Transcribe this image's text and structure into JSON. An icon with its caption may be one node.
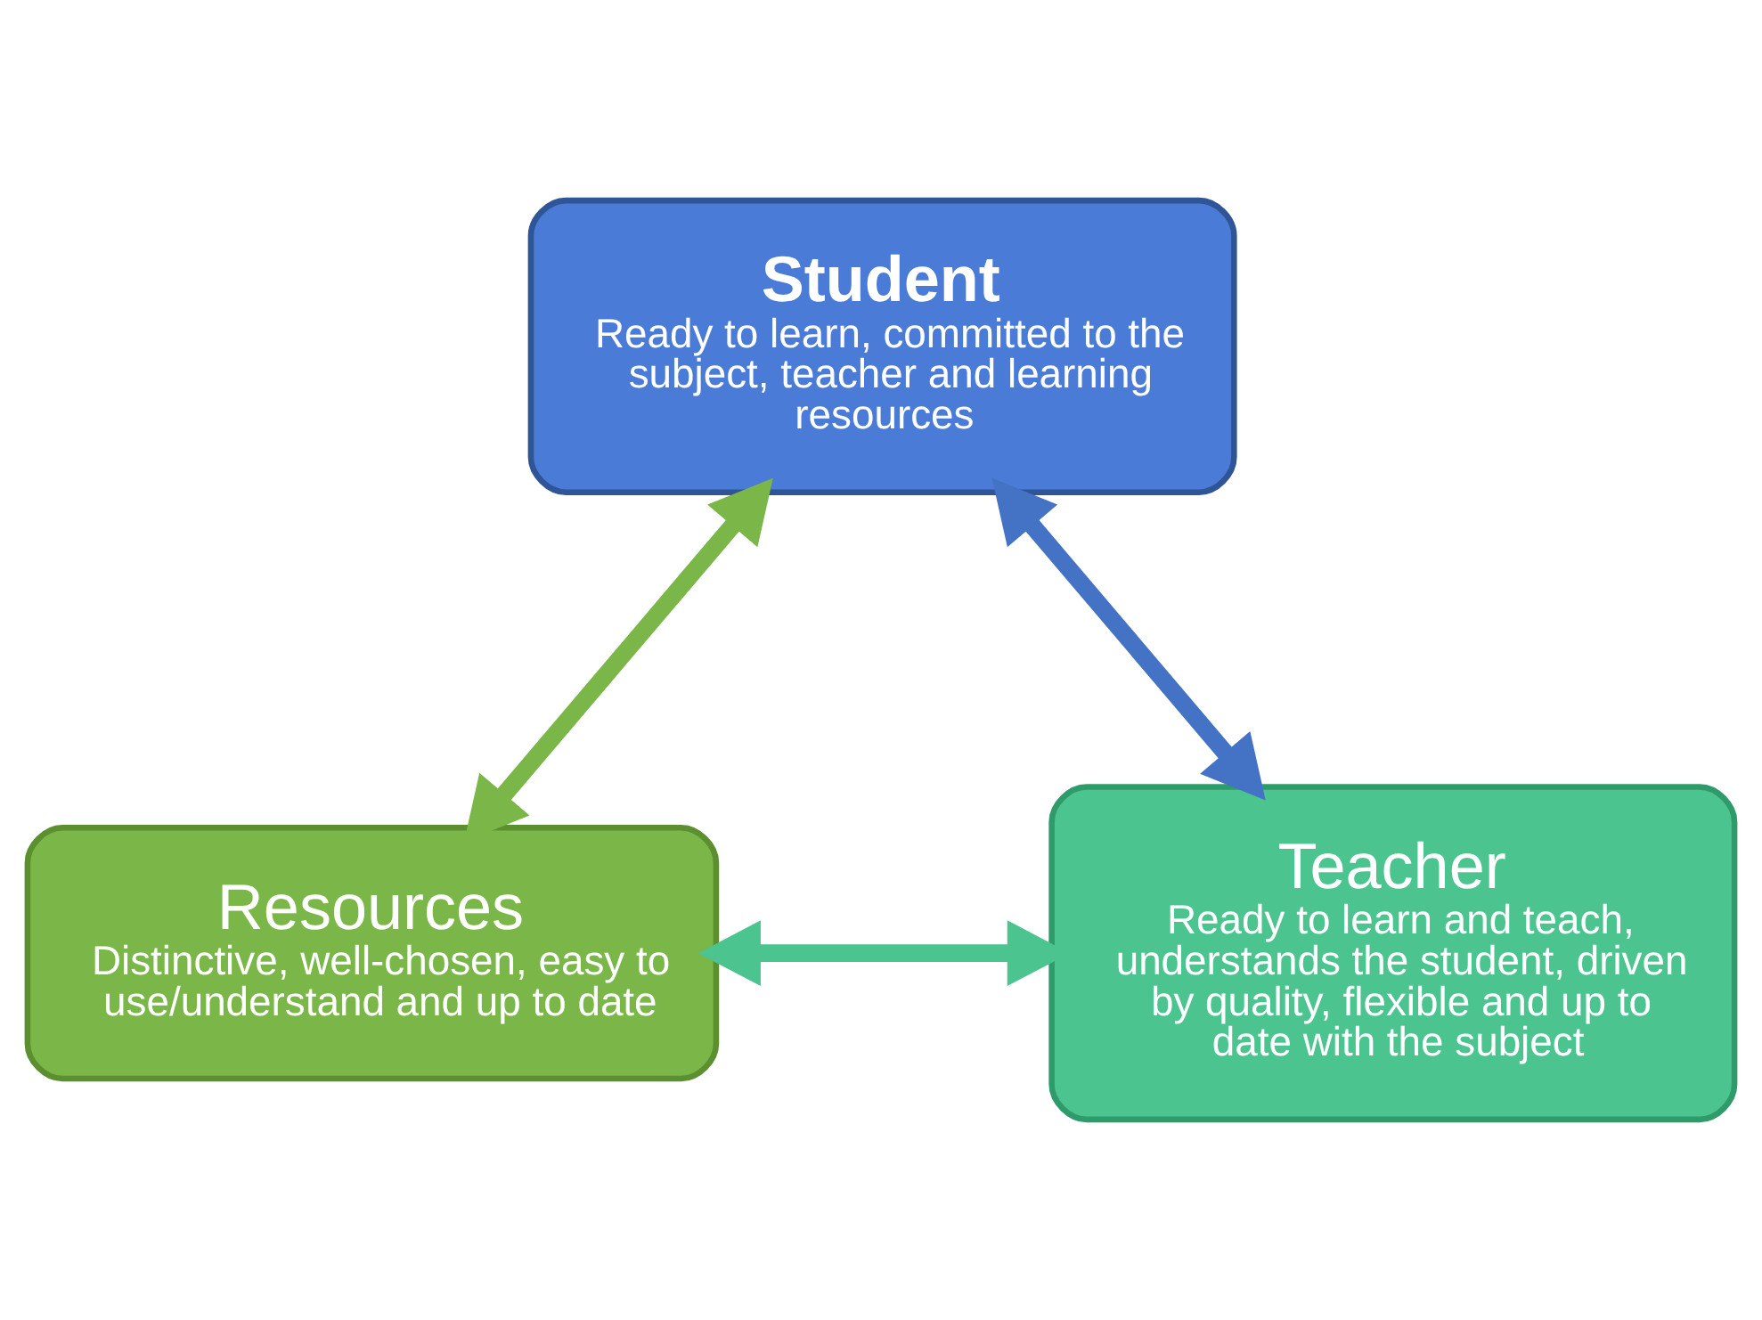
{
  "diagram": {
    "nodes": [
      {
        "text": [
          "Student",
          "Ready to learn, committed to the subject, teacher and learning resources"
        ]
      },
      {
        "text": [
          "Resources",
          "Distinctive, well-chosen, easy to use/understand and up to date"
        ]
      },
      {
        "text": [
          "Teacher",
          "Ready to learn and teach, understands the student, driven by quality, flexible and up to date with the subject"
        ]
      }
    ],
    "edges": [
      {
        "from": 0,
        "to": 1,
        "arrow": "both",
        "color": "#7ab648"
      },
      {
        "from": 0,
        "to": 2,
        "arrow": "both",
        "color": "#4472c4"
      },
      {
        "from": 1,
        "to": 2,
        "arrow": "both",
        "color": "#4cc48f"
      }
    ]
  }
}
